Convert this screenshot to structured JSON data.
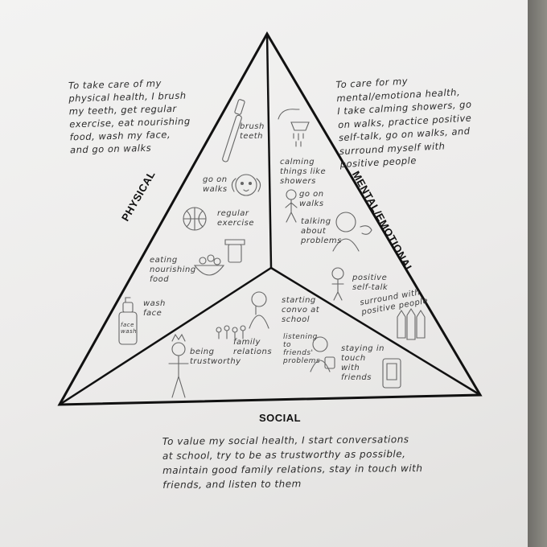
{
  "sides": {
    "physical": "PHYSICAL",
    "mental": "MENTAL/EMOTIONAL",
    "social": "SOCIAL"
  },
  "notes": {
    "physical": "To take care of my\nphysical health, I brush\nmy teeth, get regular\nexercise, eat nourishing\nfood, wash my face,\nand go on walks",
    "mental": "To care for my\nmental/emotiona health,\nI take calming showers, go\non walks, practice positive\nself-talk, go on walks, and\nsurround myself with\npositive people",
    "social": "To value my social health, I start conversations\nat school, try to be as trustworthy as possible,\nmaintain good family relations, stay in touch with\nfriends, and listen to them"
  },
  "labels": {
    "brush_teeth": "brush\nteeth",
    "go_on_walks_physical": "go on\nwalks",
    "regular_exercise": "regular\nexercise",
    "eating_food": "eating\nnourishing\nfood",
    "wash_face": "wash\nface",
    "calming_showers": "calming\nthings like\nshowers",
    "go_on_walks_mental": "go on\nwalks",
    "talking_problems": "talking\nabout\nproblems",
    "positive_self_talk": "positive\nself-talk",
    "surround_positive": "surround with\npositive people",
    "starting_convo": "starting\nconvo at\nschool",
    "family_relations": "family\nrelations",
    "being_trustworthy": "being\ntrustworthy",
    "listening_friends": "listening\nto\nfriends'\nproblems",
    "staying_in_touch": "staying in\ntouch\nwith\nfriends"
  },
  "sketch_text": {
    "face_wash_bottle": "face\nwash"
  },
  "colors": {
    "paper": "#eeeeec",
    "ink": "#111111",
    "pencil": "#555555"
  }
}
